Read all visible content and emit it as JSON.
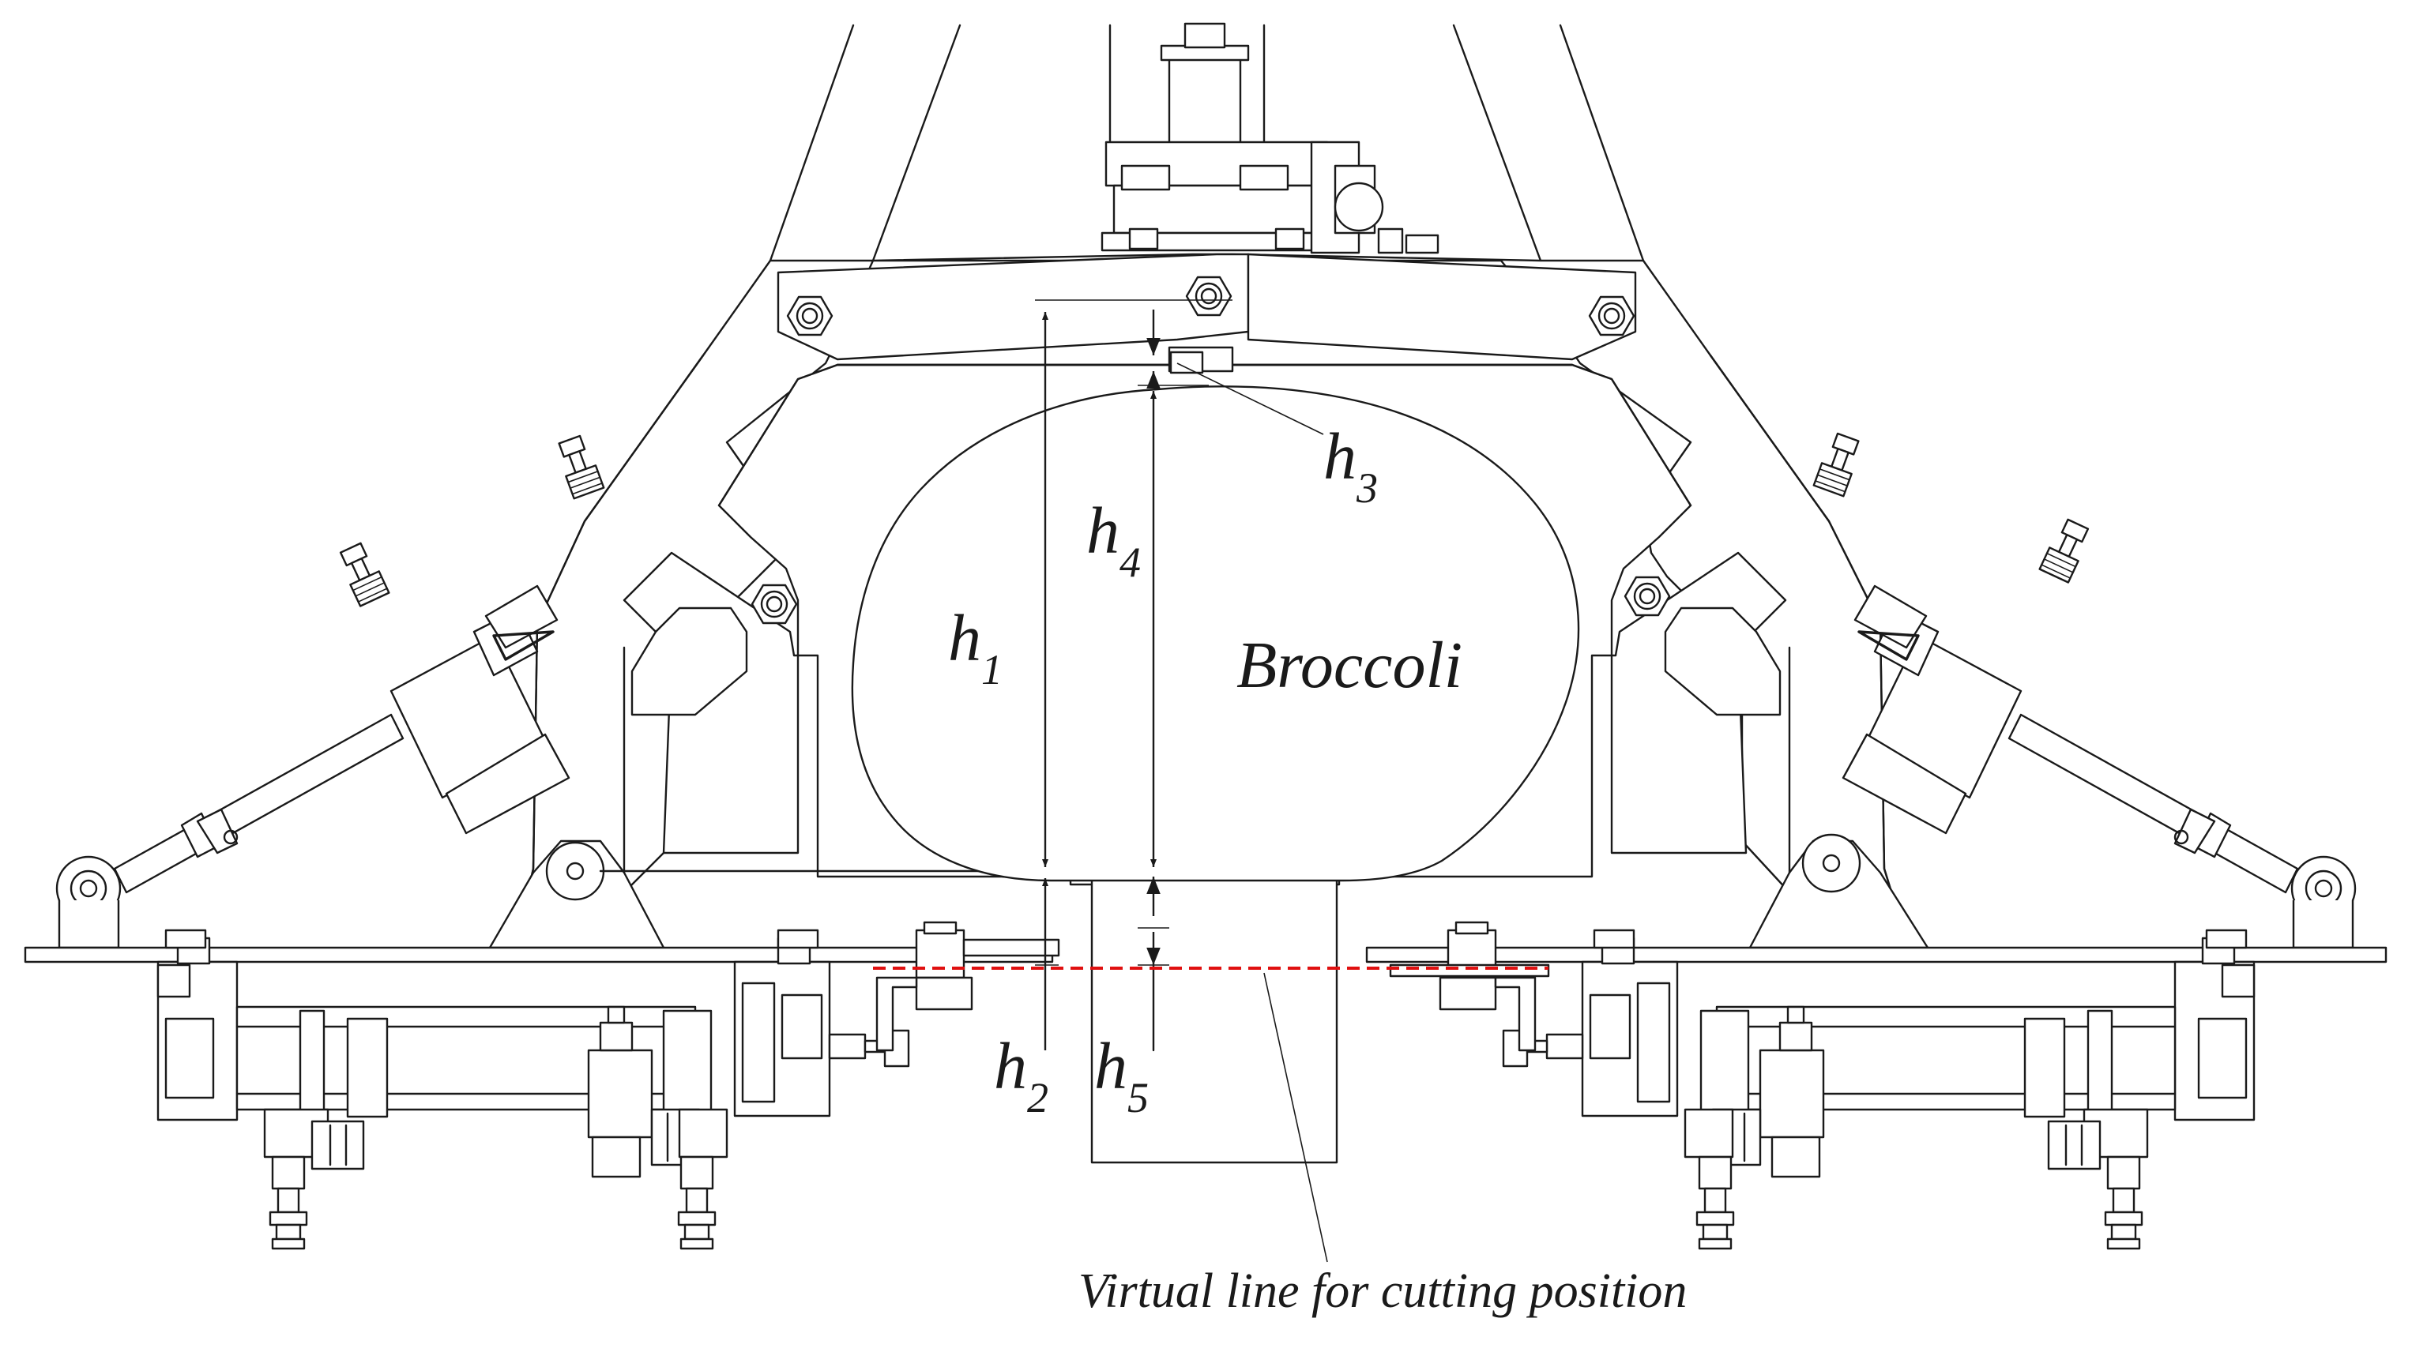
{
  "labels": {
    "h1": {
      "base": "h",
      "sub": "1"
    },
    "h2": {
      "base": "h",
      "sub": "2"
    },
    "h3": {
      "base": "h",
      "sub": "3"
    },
    "h4": {
      "base": "h",
      "sub": "4"
    },
    "h5": {
      "base": "h",
      "sub": "5"
    },
    "object": "Broccoli",
    "caption": "Virtual line for cutting position"
  },
  "colors": {
    "line": "#1a1a1a",
    "cutting_line": "#e01010",
    "background": "#ffffff"
  }
}
